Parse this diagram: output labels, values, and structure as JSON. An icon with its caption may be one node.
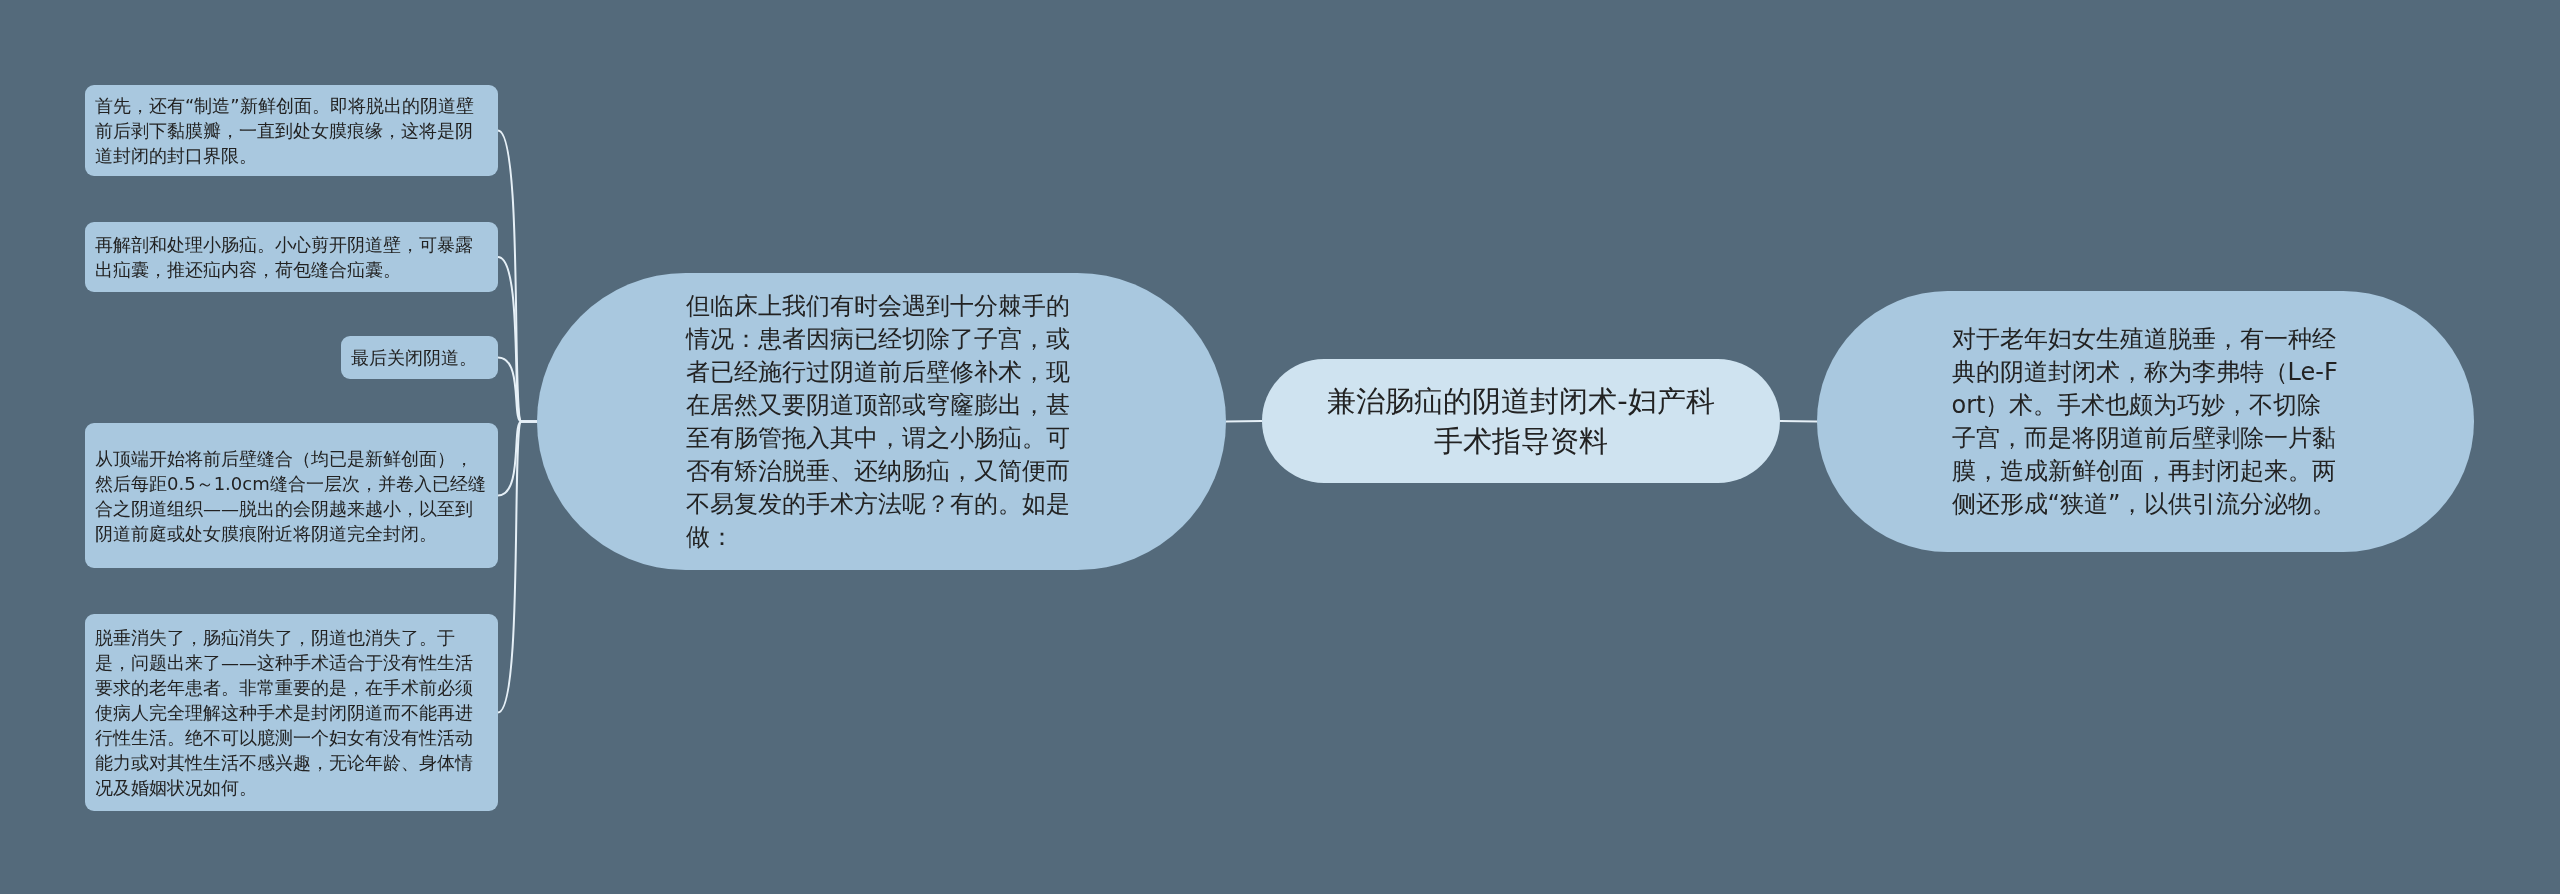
{
  "diagram": {
    "nodes": [
      {
        "text": [
          "兼治肠疝的阴道封闭术-妇产科手术指导资料"
        ]
      },
      {
        "text": [
          "但临床上我们有时会遇到十分棘手的情况：患者因病已经切除了子宫，或者已经施行过阴道前后壁修补术，现在居然又要阴道顶部或穹窿膨出，甚至有肠管拖入其中，谓之小肠疝。可否有矫治脱垂、还纳肠疝，又简便而不易复发的手术方法呢？有的。如是做："
        ]
      },
      {
        "text": [
          "首先，还有“制造”新鲜创面。即将脱出的阴道壁前后剥下黏膜瓣，一直到处女膜痕缘，这将是阴道封闭的封口界限。"
        ]
      },
      {
        "text": [
          "再解剖和处理小肠疝。小心剪开阴道壁，可暴露出疝囊，推还疝内容，荷包缝合疝囊。"
        ]
      },
      {
        "text": [
          "最后关闭阴道。"
        ]
      },
      {
        "text": [
          "从顶端开始将前后壁缝合（均已是新鲜创面），然后每距0.5～1.0cm缝合一层次，并卷入已经缝合之阴道组织——脱出的会阴越来越小，以至到阴道前庭或处女膜痕附近将阴道完全封闭。"
        ]
      },
      {
        "text": [
          "脱垂消失了，肠疝消失了，阴道也消失了。于是，问题出来了——这种手术适合于没有性生活要求的老年患者。非常重要的是，在手术前必须使病人完全理解这种手术是封闭阴道而不能再进行性生活。绝不可以臆测一个妇女有没有性活动能力或对其性生活不感兴趣，无论年龄、身体情况及婚姻状况如何。"
        ]
      },
      {
        "text": [
          "对于老年妇女生殖道脱垂，有一种经典的阴道封闭术，称为李弗特（Le-Fort）术。手术也颇为巧妙，不切除子宫，而是将阴道前后壁剥除一片黏膜，造成新鲜创面，再封闭起来。两侧还形成“狭道”，以供引流分泌物。"
        ]
      }
    ],
    "edges": [
      {
        "from": 0,
        "to": 1,
        "arrow": "none"
      },
      {
        "from": 1,
        "to": 2,
        "arrow": "none"
      },
      {
        "from": 1,
        "to": 3,
        "arrow": "none"
      },
      {
        "from": 1,
        "to": 4,
        "arrow": "none"
      },
      {
        "from": 1,
        "to": 5,
        "arrow": "none"
      },
      {
        "from": 1,
        "to": 6,
        "arrow": "none"
      },
      {
        "from": 0,
        "to": 7,
        "arrow": "none"
      }
    ]
  }
}
